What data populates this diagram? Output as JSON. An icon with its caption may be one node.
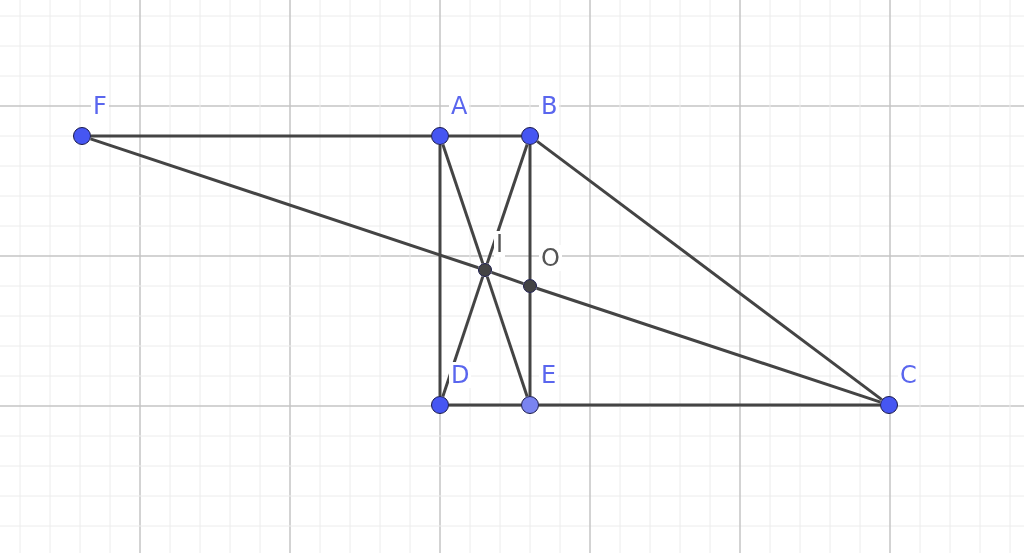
{
  "diagram": {
    "nodes": [
      {
        "text": [
          "F"
        ]
      },
      {
        "text": [
          "A"
        ]
      },
      {
        "text": [
          "B"
        ]
      },
      {
        "text": [
          "I"
        ]
      },
      {
        "text": [
          "O"
        ]
      },
      {
        "text": [
          "D"
        ]
      },
      {
        "text": [
          "E"
        ]
      },
      {
        "text": [
          "C"
        ]
      }
    ],
    "edges": [
      {
        "from": 0,
        "to": 1,
        "arrow": "none"
      },
      {
        "from": 1,
        "to": 2,
        "arrow": "none"
      },
      {
        "from": 0,
        "to": 3,
        "arrow": "none"
      },
      {
        "from": 3,
        "to": 4,
        "arrow": "none"
      },
      {
        "from": 4,
        "to": 7,
        "arrow": "none"
      },
      {
        "from": 2,
        "to": 7,
        "arrow": "none"
      },
      {
        "from": 1,
        "to": 5,
        "arrow": "none"
      },
      {
        "from": 1,
        "to": 3,
        "arrow": "none"
      },
      {
        "from": 3,
        "to": 6,
        "arrow": "none"
      },
      {
        "from": 2,
        "to": 3,
        "arrow": "none"
      },
      {
        "from": 3,
        "to": 5,
        "arrow": "none"
      },
      {
        "from": 2,
        "to": 4,
        "arrow": "none"
      },
      {
        "from": 4,
        "to": 6,
        "arrow": "none"
      },
      {
        "from": 5,
        "to": 6,
        "arrow": "none"
      },
      {
        "from": 6,
        "to": 7,
        "arrow": "none"
      }
    ]
  }
}
